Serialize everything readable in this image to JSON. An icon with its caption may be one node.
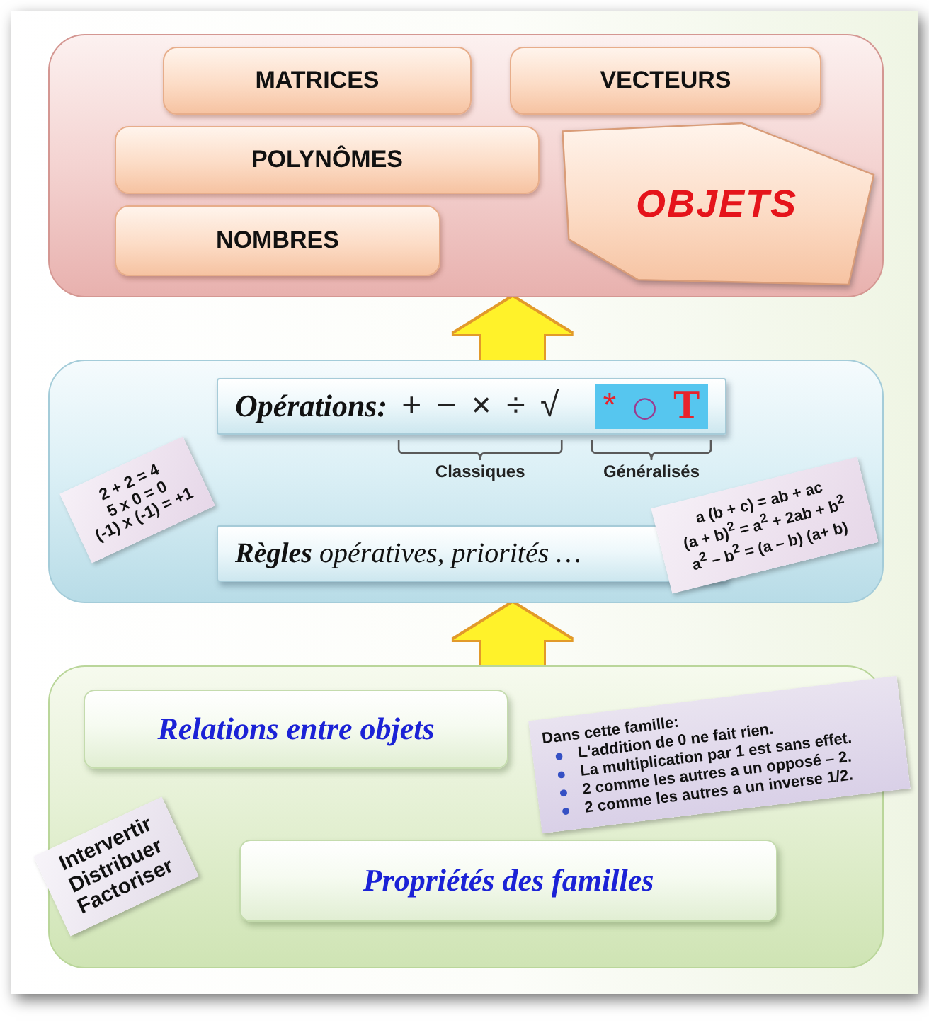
{
  "diagram": {
    "nodes": [
      {
        "text": [],
        "shape": "box"
      },
      {
        "text": [
          "MATRICES"
        ],
        "in": 0
      },
      {
        "text": [
          "VECTEURS"
        ],
        "in": 0
      },
      {
        "text": [
          "POLYNÔMES"
        ],
        "in": 0
      },
      {
        "text": [
          "OBJETS"
        ],
        "in": 0
      },
      {
        "text": [
          "NOMBRES"
        ],
        "in": 0
      },
      {
        "text": [],
        "shape": "box"
      },
      {
        "text": [
          "Opérations:",
          "+ − × ÷ √"
        ],
        "in": 6
      },
      {
        "text": [
          "*",
          "○",
          "T"
        ],
        "in": 7
      },
      {
        "text": [
          "2 + 2 = 4",
          "5 x 0 = 0",
          "(-1) x (-1) = +1"
        ],
        "in": 6
      },
      {
        "text": [
          "a (b + c) = ab + ac",
          "(a + b)$^{2}$ = a$^{2}$ + 2ab + b$^{2}$",
          "a$^{2}$ – b$^{2}$ = (a – b) (a+ b)"
        ],
        "in": 6
      },
      {
        "text": [
          "**Règles** opératives, priorités …"
        ],
        "in": 6
      },
      {
        "text": [],
        "shape": "box"
      },
      {
        "text": [
          "Relations entre objets"
        ],
        "in": 12
      },
      {
        "text": [
          "Dans cette famille:",
          "L'addition de 0 ne fait rien.",
          "La multiplication par 1 est sans effet.",
          "2 comme les autres a un opposé – 2.",
          "2 comme les autres a un inverse 1/2."
        ]
      },
      {
        "text": [
          "Intervertir",
          "Distribuer",
          "Factoriser"
        ]
      },
      {
        "text": [
          "Propriétés des familles"
        ],
        "in": 12
      }
    ],
    "edges": [
      {
        "from": 6,
        "to": 0,
        "arrow": "to"
      },
      {
        "from": 12,
        "to": 6,
        "arrow": "to"
      }
    ],
    "labels": [
      "Classiques",
      "Généralisés"
    ]
  }
}
